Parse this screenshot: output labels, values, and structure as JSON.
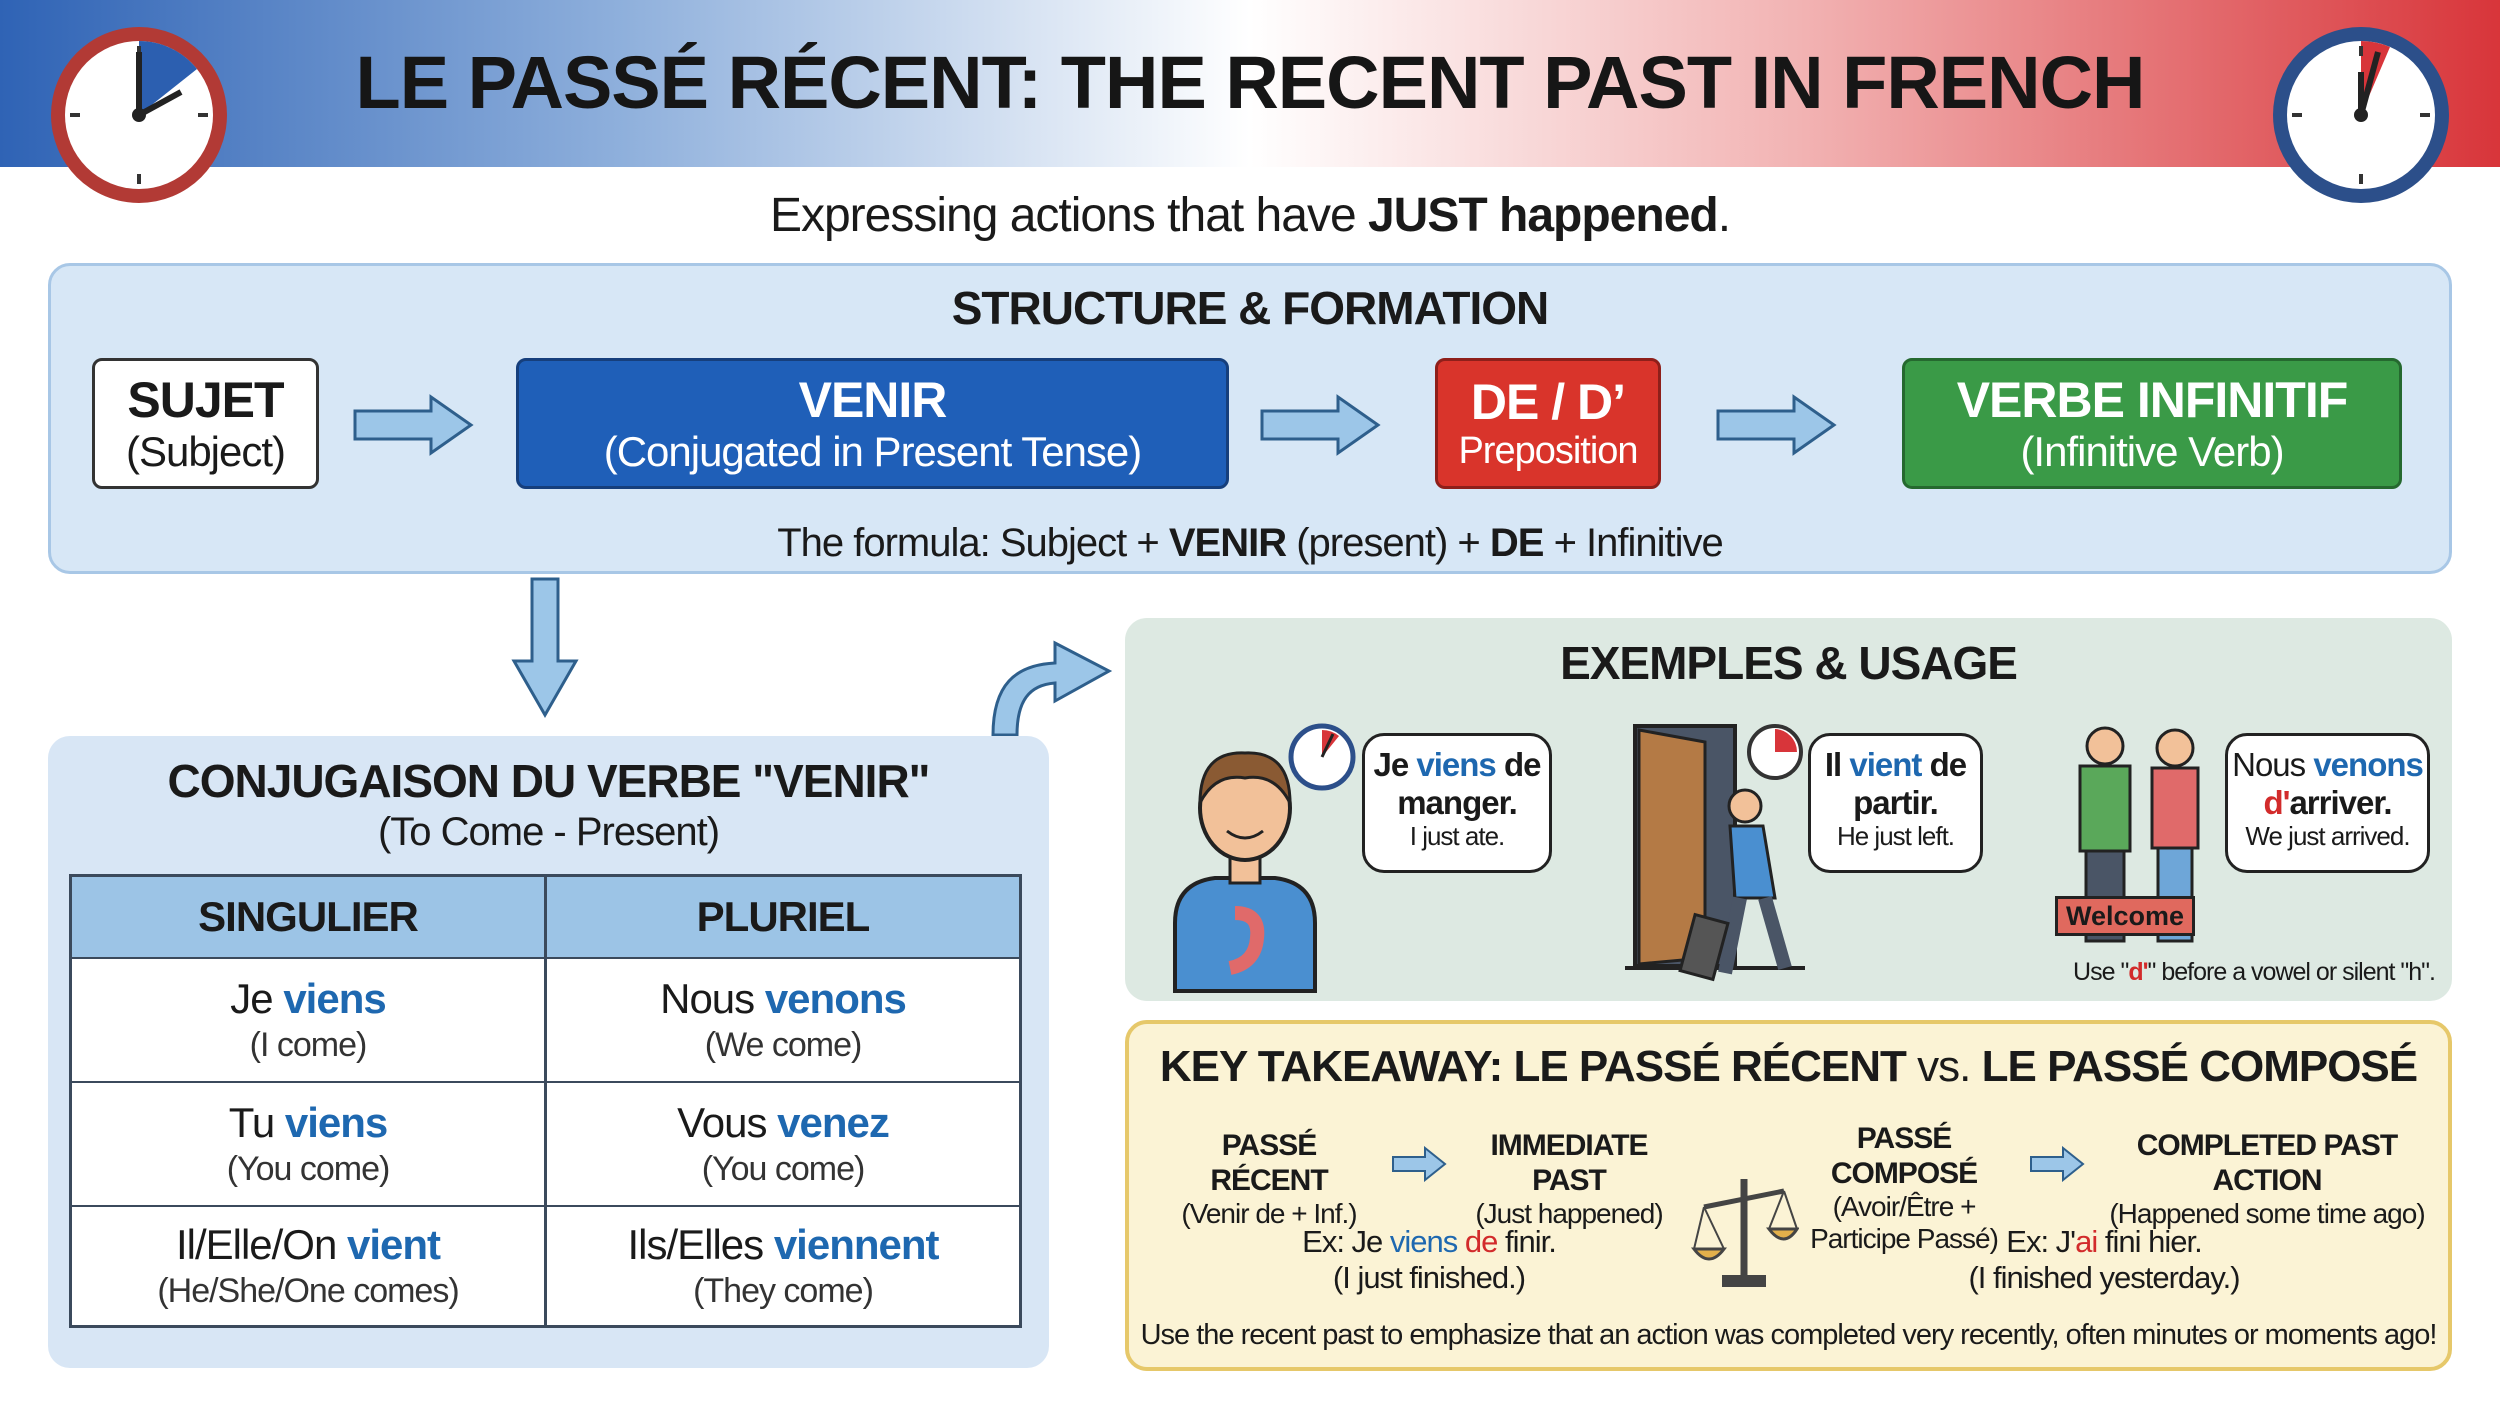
{
  "header": {
    "title": "LE PASSÉ RÉCENT: THE RECENT PAST IN FRENCH",
    "subtitle_pre": "Expressing actions that have ",
    "subtitle_bold": "JUST happened",
    "subtitle_post": "."
  },
  "structure": {
    "title": "STRUCTURE & FORMATION",
    "boxes": [
      {
        "main": "SUJET",
        "sub": "(Subject)"
      },
      {
        "main": "VENIR",
        "sub": "(Conjugated in Present Tense)"
      },
      {
        "main": "DE / D’",
        "sub": "Preposition"
      },
      {
        "main": "VERBE INFINITIF",
        "sub": "(Infinitive Verb)"
      }
    ],
    "formula": {
      "a": "The formula: Subject + ",
      "b": "VENIR",
      "c": " (present) + ",
      "d": "DE",
      "e": " + Infinitive"
    }
  },
  "conjugation": {
    "title": "CONJUGAISON DU VERBE \"VENIR\"",
    "subtitle": "(To Come - Present)",
    "headers": [
      "SINGULIER",
      "PLURIEL"
    ],
    "rows": [
      [
        {
          "pronoun": "Je ",
          "verb": "viens",
          "gloss": "(I come)"
        },
        {
          "pronoun": "Nous ",
          "verb": "venons",
          "gloss": "(We come)"
        }
      ],
      [
        {
          "pronoun": "Tu ",
          "verb": "viens",
          "gloss": "(You come)"
        },
        {
          "pronoun": "Vous ",
          "verb": "venez",
          "gloss": "(You come)"
        }
      ],
      [
        {
          "pronoun": "Il/Elle/On ",
          "verb": "vient",
          "gloss": "(He/She/One comes)"
        },
        {
          "pronoun": "Ils/Elles ",
          "verb": "viennent",
          "gloss": "(They come)"
        }
      ]
    ]
  },
  "examples": {
    "title": "EXEMPLES & USAGE",
    "items": [
      {
        "a": "Je ",
        "verb": "viens",
        "b": " de",
        "c": "manger.",
        "en": "I just ate."
      },
      {
        "a": "Il ",
        "verb": "vient",
        "b": " de",
        "c": "partir.",
        "en": "He just left."
      },
      {
        "a": "Nous ",
        "verb": "venons",
        "d": "d'",
        "c": "arriver.",
        "en": "We just arrived."
      }
    ],
    "mat_label": "Welcome",
    "note": {
      "a": "Use \"",
      "b": "d'",
      "c": "\" before a vowel or silent \"h\"."
    }
  },
  "takeaway": {
    "title_a": "KEY TAKEAWAY: LE PASSÉ RÉCENT ",
    "title_vs": "vs.",
    "title_b": " LE PASSÉ COMPOSÉ",
    "recent": {
      "h": "PASSÉ RÉCENT",
      "s": "(Venir de + Inf.)",
      "rh": "IMMEDIATE PAST",
      "rs": "(Just happened)",
      "ex_a": "Ex: Je ",
      "ex_v": "viens",
      "ex_d": "de",
      "ex_b": " finir.",
      "ex_en": "(I just finished.)"
    },
    "compose": {
      "h": "PASSÉ COMPOSÉ",
      "s1": "(Avoir/Être +",
      "s2": "Participe Passé)",
      "rh": "COMPLETED PAST ACTION",
      "rs": "(Happened some time ago)",
      "ex_a": "Ex: J'",
      "ex_v": "ai",
      "ex_b": " fini hier.",
      "ex_en": "(I finished yesterday.)"
    },
    "footer": "Use the recent past to emphasize that an action was completed very recently, often minutes or moments ago!"
  },
  "colors": {
    "venir": "#1f5fb8",
    "de": "#d9342b",
    "verbe": "#3a9a47",
    "verb_text": "#1e68b0"
  }
}
